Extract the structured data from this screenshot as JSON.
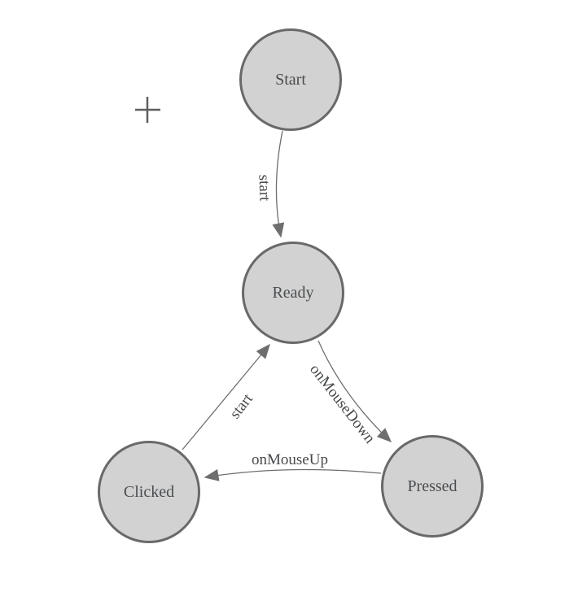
{
  "colors": {
    "canvas_bg": "#ffffff",
    "node_fill": "#d2d2d2",
    "node_border": "#696969",
    "edge_color": "#6e6e6e",
    "node_text": "#4a4d50",
    "edge_text": "#46484a",
    "plus_icon_color": "#5f5f5f"
  },
  "nodes": [
    {
      "id": "start",
      "label": "Start"
    },
    {
      "id": "ready",
      "label": "Ready"
    },
    {
      "id": "clicked",
      "label": "Clicked"
    },
    {
      "id": "pressed",
      "label": "Pressed"
    }
  ],
  "edges": [
    {
      "from": "Start",
      "to": "Ready",
      "label": "start"
    },
    {
      "from": "Clicked",
      "to": "Ready",
      "label": "start"
    },
    {
      "from": "Ready",
      "to": "Pressed",
      "label": "onMouseDown"
    },
    {
      "from": "Pressed",
      "to": "Clicked",
      "label": "onMouseUp"
    }
  ],
  "icons": {
    "canvas_marker": "plus-icon"
  }
}
